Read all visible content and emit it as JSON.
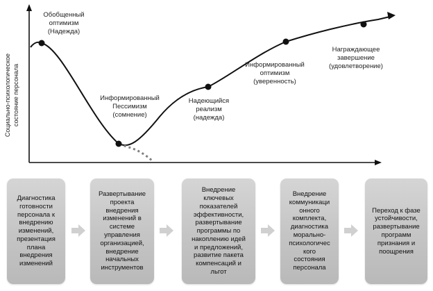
{
  "y_axis_label": [
    "Социально-психологическое",
    "состояние   персонала"
  ],
  "colors": {
    "curve": "#111111",
    "dotted_tail": "#7f7f7f",
    "box_fill": "#c8c8c8",
    "arrow": "#d0d0d0"
  },
  "stages": [
    {
      "lines": [
        "Обобщенный",
        "оптимизм",
        "(Надежда)"
      ]
    },
    {
      "lines": [
        "Информированный",
        "Пессимизм",
        "(сомнение)"
      ]
    },
    {
      "lines": [
        "Надеющийся",
        "реализм",
        "(надежда)"
      ]
    },
    {
      "lines": [
        "Информированный",
        "оптимизм",
        "(уверенность)"
      ]
    },
    {
      "lines": [
        "Награждающее",
        "завершение",
        "(удовлетворение)"
      ]
    }
  ],
  "steps": [
    {
      "lines": [
        "Диагностика",
        "готовности",
        "персонала к",
        "внедрению",
        "изменений, ",
        "презентация",
        "плана",
        "внедрения",
        "изменений"
      ]
    },
    {
      "lines": [
        "Развертывание",
        "проекта",
        "внедрения",
        "изменений  в",
        "системе",
        "управления",
        "организацией,",
        "внедрение",
        "начальных",
        "инструментов"
      ]
    },
    {
      "lines": [
        "Внедрение",
        "ключевых",
        "показателей",
        "эффективности,",
        "развертывание",
        "программы по",
        "накоплению идей",
        "и предложений,",
        "развитие пакета",
        "компенсаций и",
        "льгот"
      ]
    },
    {
      "lines": [
        "Внедрение",
        "коммуникаци",
        "онного",
        "комплекта,",
        "диагностика",
        "морально-",
        "психологичес",
        "кого",
        "состояния",
        "персонала"
      ]
    },
    {
      "lines": [
        "Переход  к фазе",
        "устойчивости,",
        "развертывание",
        "программ",
        "признания и",
        "поощрения"
      ]
    }
  ]
}
